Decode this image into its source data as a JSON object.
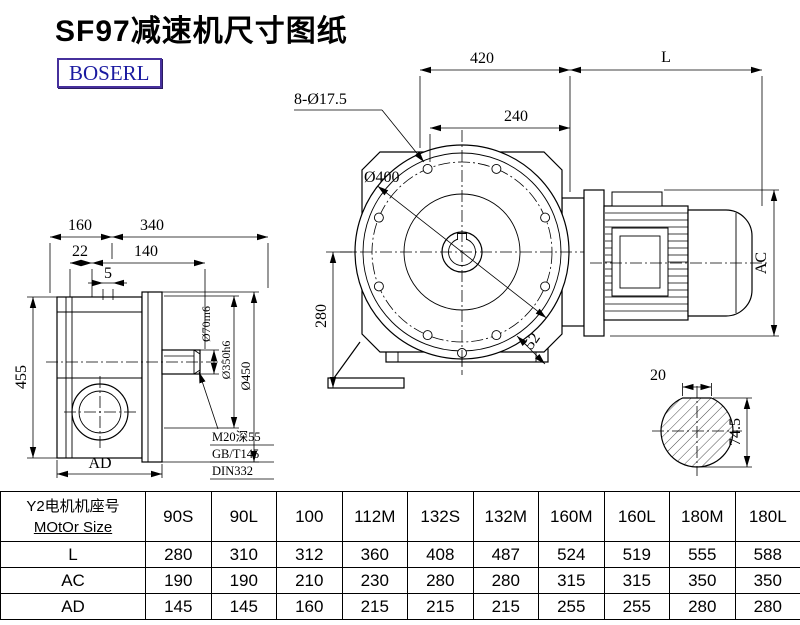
{
  "page": {
    "title": "SF97减速机尺寸图纸",
    "brand": "BOSERL"
  },
  "drawing": {
    "front_view": {
      "dim_width_top": "420",
      "dim_motor_length": "L",
      "bolt_note": "8-Ø17.5",
      "dim_bolt_spacing": "240",
      "dim_flange_dia": "Ø400",
      "dim_center_height": "280",
      "dim_52": "52",
      "dim_motor_dia": "AC"
    },
    "side_view": {
      "dim_160": "160",
      "dim_340": "340",
      "dim_22": "22",
      "dim_140": "140",
      "dim_5": "5",
      "dim_height": "455",
      "dim_ad": "AD",
      "dim_shaft_dia": "Ø70m6",
      "dim_spigot_dia": "Ø350h6",
      "dim_flange_od": "Ø450",
      "tap_note_line1": "M20深55",
      "tap_note_line2": "GB/T145",
      "tap_note_line3": "DIN332"
    },
    "shaft_section": {
      "dim_key_width": "20",
      "dim_shaft_height": "74.5"
    }
  },
  "table": {
    "header": {
      "label_cn": "Y2电机机座号",
      "label_en": "MOtOr Size",
      "columns": [
        "90S",
        "90L",
        "100",
        "112M",
        "132S",
        "132M",
        "160M",
        "160L",
        "180M",
        "180L"
      ]
    },
    "rows": [
      {
        "label": "L",
        "values": [
          "280",
          "310",
          "312",
          "360",
          "408",
          "487",
          "524",
          "519",
          "555",
          "588"
        ]
      },
      {
        "label": "AC",
        "values": [
          "190",
          "190",
          "210",
          "230",
          "280",
          "280",
          "315",
          "315",
          "350",
          "350"
        ]
      },
      {
        "label": "AD",
        "values": [
          "145",
          "145",
          "160",
          "215",
          "215",
          "215",
          "255",
          "255",
          "280",
          "280"
        ]
      }
    ]
  }
}
